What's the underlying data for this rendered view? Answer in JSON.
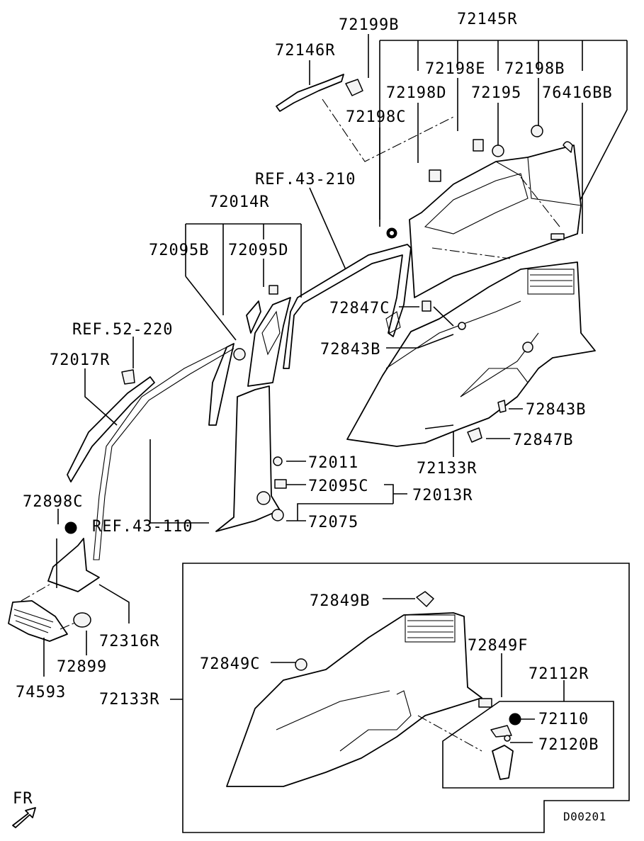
{
  "diagram": {
    "drawing_code": "D00201",
    "direction_label": "FR",
    "labels": {
      "p72199B": "72199B",
      "p72145R": "72145R",
      "p72146R": "72146R",
      "p72198E": "72198E",
      "p72198B": "72198B",
      "p72198D": "72198D",
      "p72195": "72195",
      "p76416BB": "76416BB",
      "p72198C": "72198C",
      "ref43_210": "REF.43-210",
      "p72014R": "72014R",
      "p72095B": "72095B",
      "p72095D": "72095D",
      "ref52_220": "REF.52-220",
      "p72847C": "72847C",
      "p72843B_a": "72843B",
      "p72017R": "72017R",
      "p72843B_b": "72843B",
      "p72847B": "72847B",
      "p72011": "72011",
      "p72133R_a": "72133R",
      "p72095C": "72095C",
      "p72013R": "72013R",
      "p72898C": "72898C",
      "p72075": "72075",
      "ref43_110": "REF.43-110",
      "p72849B": "72849B",
      "p72316R": "72316R",
      "p72849F": "72849F",
      "p72899": "72899",
      "p72849C": "72849C",
      "p72112R": "72112R",
      "p74593": "74593",
      "p72133R_b": "72133R",
      "p72110": "72110",
      "p72120B": "72120B"
    }
  }
}
